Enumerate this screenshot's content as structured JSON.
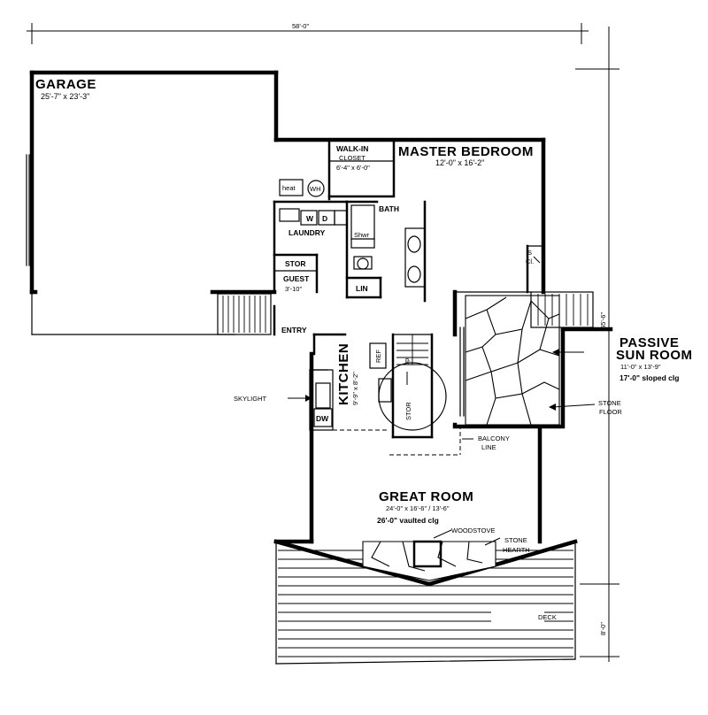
{
  "dimensions": {
    "overall_width": "58'-0\"",
    "overall_depth": "55'-6\"",
    "deck_depth": "8'-0\""
  },
  "rooms": {
    "garage": {
      "name": "GARAGE",
      "size": "25'-7\" x 23'-3\""
    },
    "master_bedroom": {
      "name": "MASTER BEDROOM",
      "size": "12'-0\" x 16'-2\""
    },
    "walk_in_closet": {
      "name_line1": "WALK-IN",
      "name_line2": "CLOSET",
      "size": "6'-4\" x 6'-0\""
    },
    "laundry": {
      "name": "LAUNDRY",
      "washer": "W",
      "dryer": "D"
    },
    "bath": {
      "name": "BATH",
      "shower": "Shwr"
    },
    "stor_upper": {
      "name": "STOR"
    },
    "guest": {
      "name": "GUEST",
      "size": "3'-10\""
    },
    "linen": {
      "name": "LIN"
    },
    "entry": {
      "name": "ENTRY"
    },
    "kitchen": {
      "name": "KITCHEN",
      "size": "9'-9\" x 8'-2\""
    },
    "ref": {
      "name": "REF"
    },
    "dw": {
      "name": "DW"
    },
    "stor_stair": {
      "name": "STOR"
    },
    "stair_up": {
      "name": "up"
    },
    "sun_room": {
      "name_line1": "PASSIVE",
      "name_line2": "SUN ROOM",
      "size": "11'-0\" x 13'-9\"",
      "ceiling": "17'-0\" sloped clg"
    },
    "great_room": {
      "name": "GREAT ROOM",
      "size": "24'-0\" x 16'-6\" / 13'-6\"",
      "ceiling": "26'-0\" vaulted clg"
    },
    "deck": {
      "name": "DECK"
    }
  },
  "annotations": {
    "heat": "heat",
    "water_heater": "WH",
    "skylight": "SKYLIGHT",
    "stone_floor_line1": "STONE",
    "stone_floor_line2": "FLOOR",
    "balcony_line1": "BALCONY",
    "balcony_line2": "LINE",
    "woodstove": "WOODSTOVE",
    "stone_hearth_line1": "STONE",
    "stone_hearth_line2": "HEARTH",
    "sc_line1": "S",
    "sc_line2": "Cl."
  }
}
